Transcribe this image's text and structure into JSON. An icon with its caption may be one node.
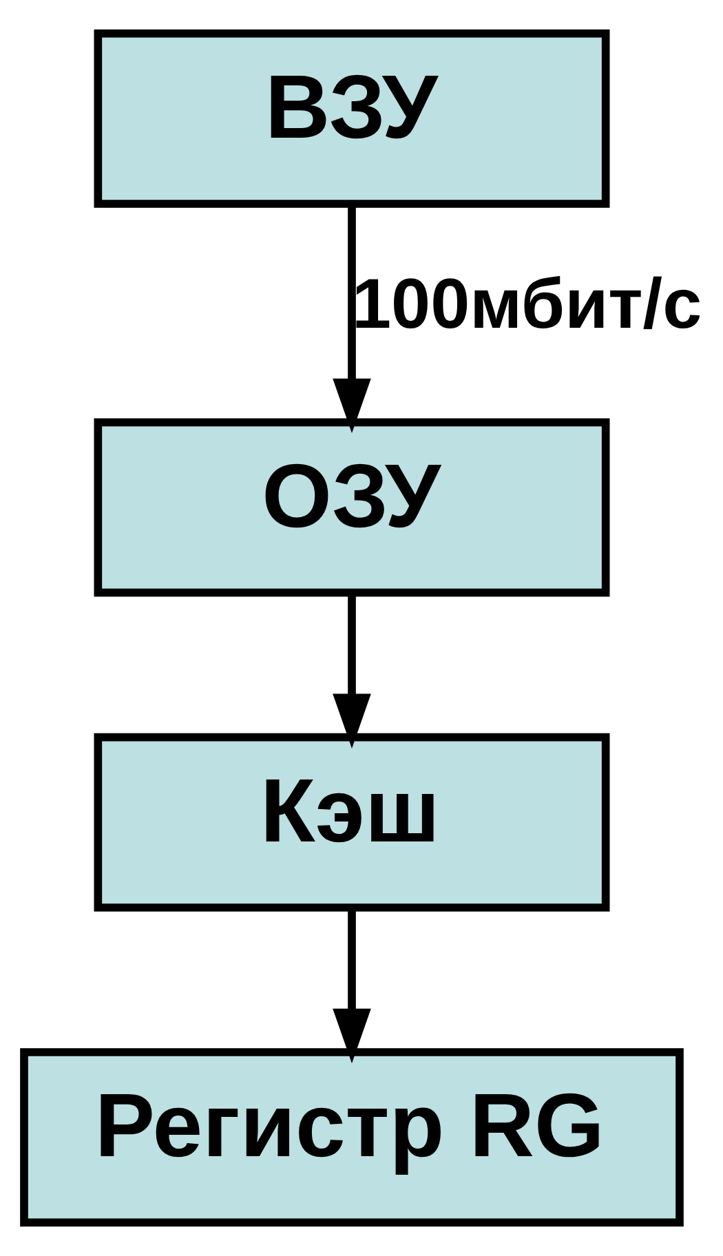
{
  "diagram": {
    "nodes": [
      {
        "text": [
          "ВЗУ"
        ]
      },
      {
        "text": [
          "ОЗУ"
        ]
      },
      {
        "text": [
          "Кэш"
        ]
      },
      {
        "text": [
          "Регистр RG"
        ]
      }
    ],
    "edges": [
      {
        "from": 0,
        "to": 1,
        "arrow": "to",
        "label": "100мбит/с"
      },
      {
        "from": 1,
        "to": 2,
        "arrow": "to"
      },
      {
        "from": 2,
        "to": 3,
        "arrow": "to"
      }
    ]
  }
}
